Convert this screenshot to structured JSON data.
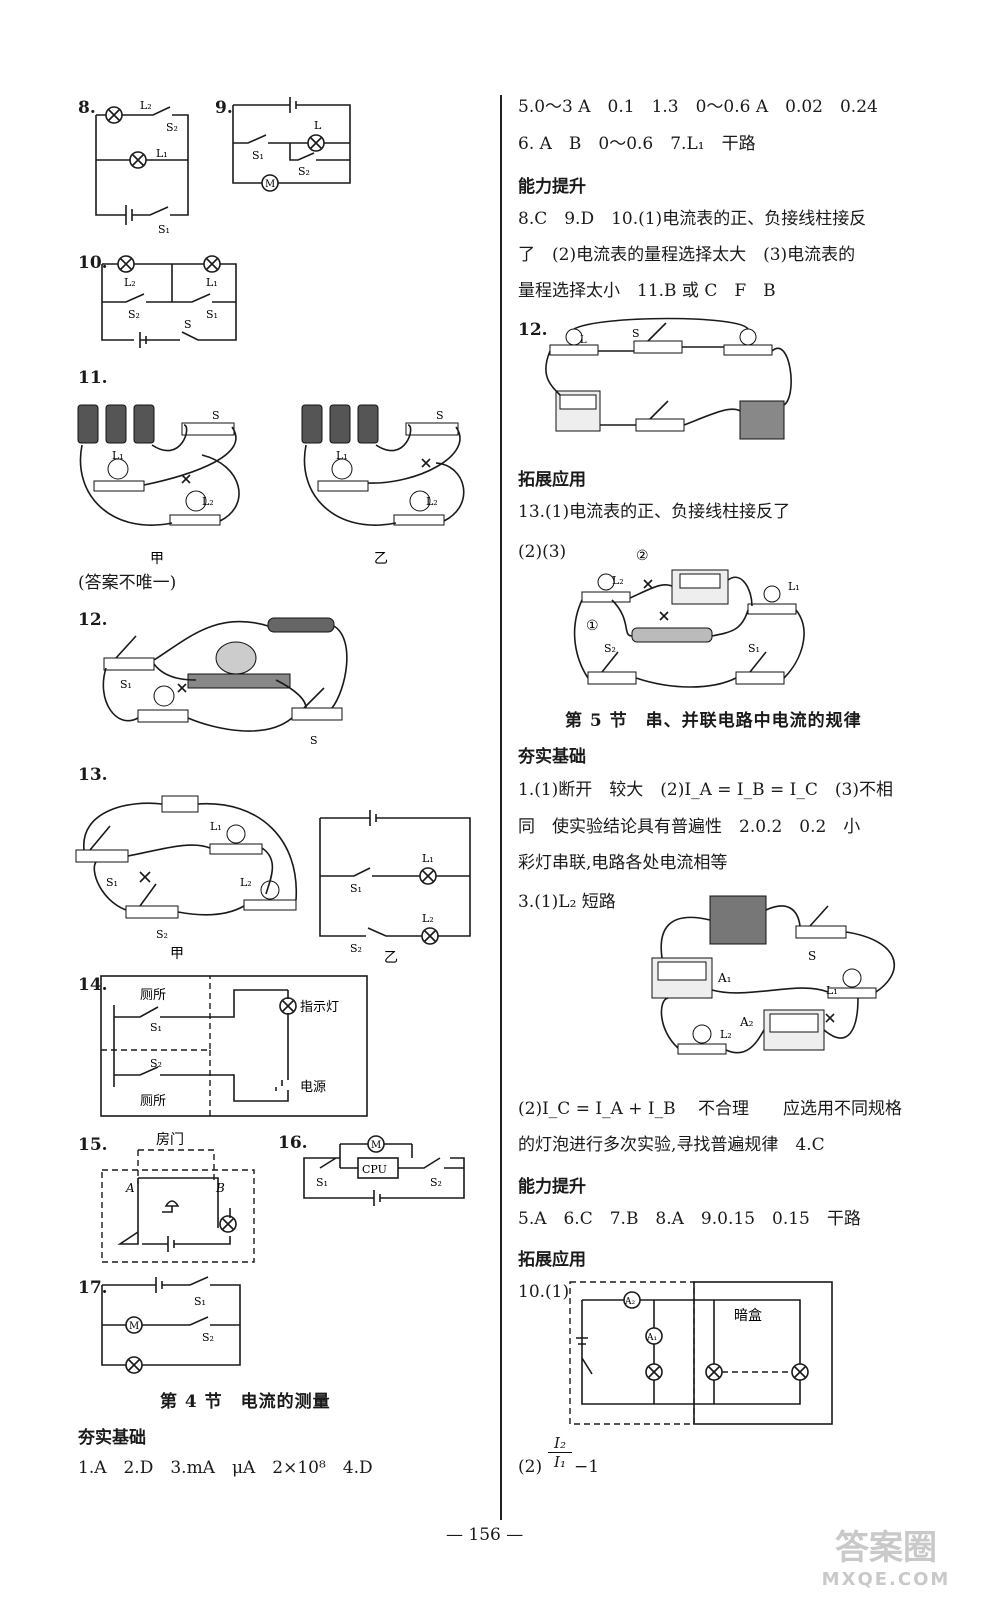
{
  "left": {
    "q8": {
      "num": "8.",
      "labels": {
        "l2": "L₂",
        "s2": "S₂",
        "l1": "L₁",
        "s1": "S₁"
      }
    },
    "q9": {
      "num": "9.",
      "labels": {
        "l": "L",
        "s1": "S₁",
        "s2": "S₂",
        "m": "M"
      }
    },
    "q10": {
      "num": "10.",
      "labels": {
        "l2": "L₂",
        "l1": "L₁",
        "s2": "S₂",
        "s1": "S₁",
        "s": "S"
      }
    },
    "q11": {
      "num": "11.",
      "labels": {
        "s": "S",
        "l1": "L₁",
        "l2": "L₂",
        "cap_a": "甲",
        "cap_b": "乙"
      },
      "note": "(答案不唯一)"
    },
    "q12": {
      "num": "12.",
      "labels": {
        "s1": "S₁",
        "s": "S"
      }
    },
    "q13": {
      "num": "13.",
      "labels": {
        "l1": "L₁",
        "l2": "L₂",
        "s1": "S₁",
        "s2": "S₂",
        "cap_a": "甲",
        "cap_b": "乙"
      }
    },
    "q14": {
      "num": "14.",
      "labels": {
        "toilet1": "厕所",
        "toilet2": "厕所",
        "s1": "S₁",
        "s2": "S₂",
        "lamp": "指示灯",
        "power": "电源"
      }
    },
    "q15": {
      "num": "15.",
      "labels": {
        "door": "房门",
        "a": "A",
        "b": "B"
      }
    },
    "q16": {
      "num": "16.",
      "labels": {
        "m": "M",
        "cpu": "CPU",
        "s1": "S₁",
        "s2": "S₂"
      }
    },
    "q17": {
      "num": "17.",
      "labels": {
        "s1": "S₁",
        "s2": "S₂",
        "m": "M"
      }
    },
    "section4_title": "第 4 节　电流的测量",
    "basics_heading": "夯实基础",
    "answers_line": "1.A　2.D　3.mA　μA　2×10⁸　4.D"
  },
  "right": {
    "line5": "5.0～3 A　0.1　1.3　0～0.6 A　0.02　0.24",
    "line6": "6. A　B　0～0.6　7.L₁　干路",
    "ability_heading": "能力提升",
    "line8a": "8.C　9.D　10.(1)电流表的正、负接线柱接反",
    "line8b": "了　(2)电流表的量程选择太大　(3)电流表的",
    "line8c": "量程选择太小　11.B 或 C　F　B",
    "q12": {
      "num": "12.",
      "labels": {
        "s": "S",
        "l": "L"
      }
    },
    "extend_heading": "拓展应用",
    "line13": "13.(1)电流表的正、负接线柱接反了",
    "q13b": {
      "num": "(2)(3)",
      "labels": {
        "c2": "②",
        "c1": "①",
        "l2": "L₂",
        "l1": "L₁",
        "s2": "S₂",
        "s1": "S₁"
      }
    },
    "section5_title": "第 5 节　串、并联电路中电流的规律",
    "basics_heading": "夯实基础",
    "s5_l1": "1.(1)断开　较大　(2)I_A = I_B = I_C　(3)不相",
    "s5_l2": "同　使实验结论具有普遍性　2.0.2　0.2　小",
    "s5_l3": "彩灯串联,电路各处电流相等",
    "s5_l4": "3.(1)L₂ 短路",
    "q3": {
      "labels": {
        "a1": "A₁",
        "a2": "A₂",
        "s": "S",
        "l1": "L₁",
        "l2": "L₂"
      }
    },
    "s5_l5": "(2)I_C = I_A + I_B　 不合理　　应选用不同规格",
    "s5_l6": "的灯泡进行多次实验,寻找普遍规律　4.C",
    "ability_heading2": "能力提升",
    "s5_l7": "5.A　6.C　7.B　8.A　9.0.15　0.15　干路",
    "extend_heading2": "拓展应用",
    "q10": {
      "num": "10.(1)",
      "labels": {
        "a2": "A₂",
        "a1": "A₁",
        "box": "暗盒"
      }
    },
    "q10_2_prefix": "(2)",
    "q10_2_num": "I₂",
    "q10_2_den": "I₁",
    "q10_2_suffix": "−1"
  },
  "footer": {
    "page": "— 156 —"
  },
  "watermark": {
    "top": "答案圈",
    "bottom": "MXQE.COM"
  }
}
